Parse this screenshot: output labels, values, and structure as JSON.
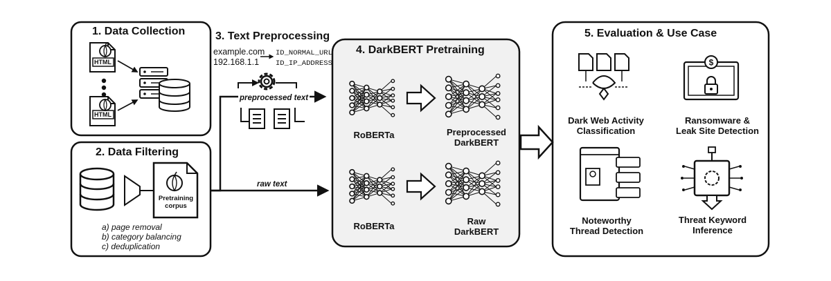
{
  "sections": {
    "collection": {
      "title": "1. Data Collection",
      "file_label": "HTML"
    },
    "filtering": {
      "title": "2. Data Filtering",
      "corpus_label_1": "Pretraining",
      "corpus_label_2": "corpus",
      "steps": [
        "a) page removal",
        "b) category balancing",
        "c) deduplication"
      ]
    },
    "preprocessing": {
      "title": "3. Text Preprocessing",
      "input_1": "example.com",
      "input_2": "192.168.1.1",
      "output_1": "ID_NORMAL_URL",
      "output_2": "ID_IP_ADDRESS"
    },
    "pretraining": {
      "title": "4. DarkBERT Pretraining",
      "model_top_in": "RoBERTa",
      "model_top_out_1": "Preprocessed",
      "model_top_out_2": "DarkBERT",
      "model_bottom_in": "RoBERTa",
      "model_bottom_out_1": "Raw",
      "model_bottom_out_2": "DarkBERT"
    },
    "evaluation": {
      "title": "5. Evaluation & Use Case",
      "items": [
        {
          "line1": "Dark Web Activity",
          "line2": "Classification"
        },
        {
          "line1": "Ransomware &",
          "line2": "Leak Site Detection"
        },
        {
          "line1": "Noteworthy",
          "line2": "Thread Detection"
        },
        {
          "line1": "Threat Keyword",
          "line2": "Inference"
        }
      ]
    }
  },
  "arrows": {
    "preprocessed_label": "preprocessed text",
    "raw_label": "raw text"
  },
  "icons": [
    "tor-onion-icon",
    "server-rack-icon",
    "database-icon",
    "funnel-icon",
    "gear-icon",
    "document-icon",
    "neural-network-icon",
    "dollar-icon",
    "lock-icon",
    "chat-thread-icon",
    "chip-icon"
  ]
}
